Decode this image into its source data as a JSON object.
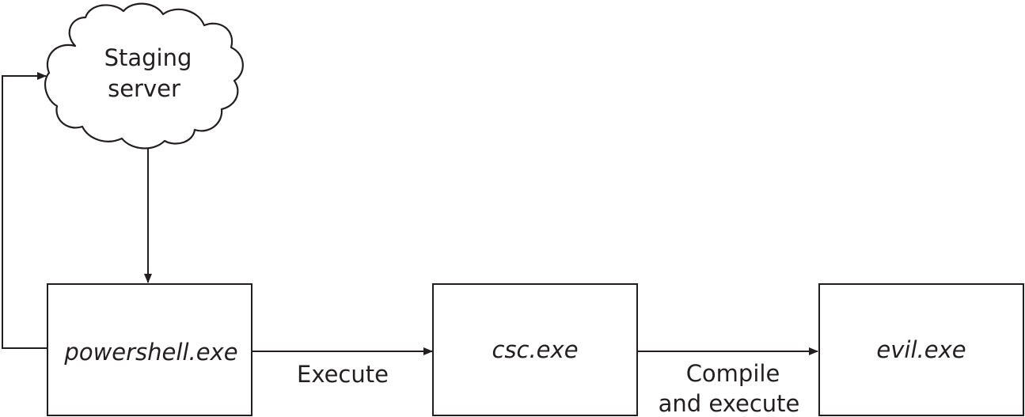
{
  "diagram": {
    "nodes": {
      "staging_server": {
        "line1": "Staging",
        "line2": "server"
      },
      "powershell": {
        "label": "powershell.exe"
      },
      "csc": {
        "label": "csc.exe"
      },
      "evil": {
        "label": "evil.exe"
      }
    },
    "edges": {
      "execute": {
        "label": "Execute"
      },
      "compile_execute": {
        "line1": "Compile",
        "line2": "and execute"
      }
    },
    "colors": {
      "stroke": "#231f20",
      "background": "#ffffff"
    }
  }
}
